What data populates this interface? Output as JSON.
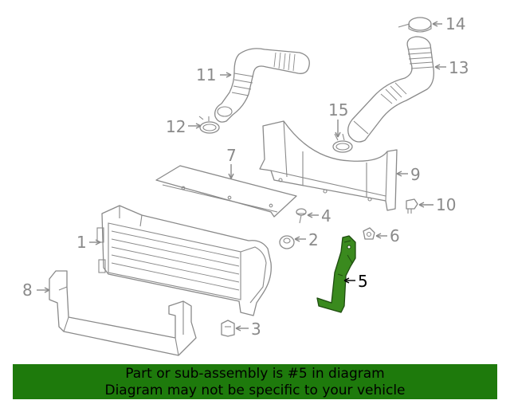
{
  "diagram": {
    "callouts": [
      "1",
      "2",
      "3",
      "4",
      "5",
      "6",
      "7",
      "8",
      "9",
      "10",
      "11",
      "12",
      "13",
      "14",
      "15"
    ],
    "highlighted_part": "5",
    "highlight_color": "#3a8a1e",
    "line_color": "#8a8a8a"
  },
  "banner": {
    "line1": "Part or sub-assembly is #5 in diagram",
    "line2": "Diagram may not be specific to your vehicle",
    "background": "#1e7a0c"
  }
}
